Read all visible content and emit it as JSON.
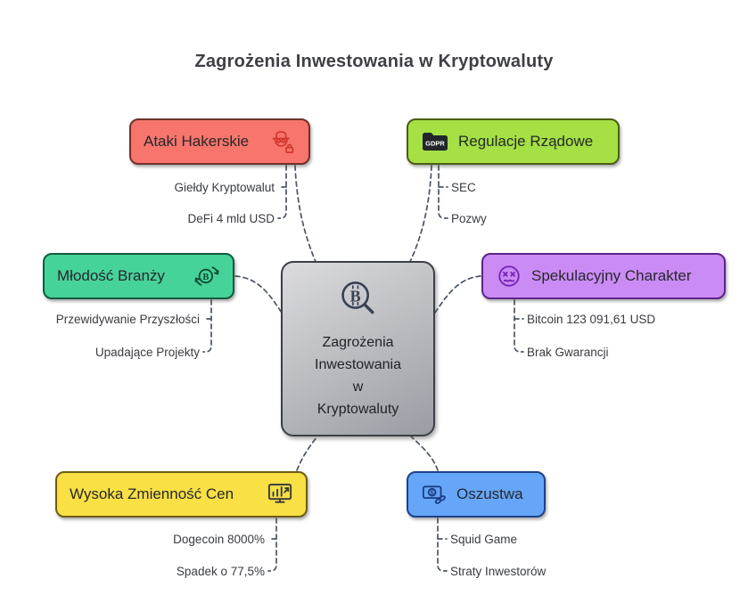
{
  "title": "Zagrożenia Inwestowania w Kryptowaluty",
  "connector_color": "#4b5563",
  "center": {
    "lines": [
      "Zagrożenia",
      "Inwestowania",
      "w",
      "Kryptowaluty"
    ],
    "icon": "bitcoin-search-icon",
    "fill_top": "#dcdcdf",
    "fill_bottom": "#999da3",
    "border": "#3c3f45"
  },
  "branches": [
    {
      "id": "ataki-hakerskie",
      "label": "Ataki Hakerskie",
      "icon": "hacker-icon",
      "fill": "#f7756c",
      "border": "#71302a",
      "children": [
        "Giełdy Kryptowalut",
        "DeFi 4 mld USD"
      ]
    },
    {
      "id": "regulacje-rzadowe",
      "label": "Regulacje Rządowe",
      "icon": "gdpr-folder-icon",
      "fill": "#a5e044",
      "border": "#4a5e14",
      "children": [
        "SEC",
        "Pozwy"
      ]
    },
    {
      "id": "mlodosc-branzy",
      "label": "Młodość Branży",
      "icon": "bitcoin-exchange-icon",
      "fill": "#46d39a",
      "border": "#115c3e",
      "children": [
        "Przewidywanie Przyszłości",
        "Upadające Projekty"
      ]
    },
    {
      "id": "spekulacyjny-charakter",
      "label": "Spekulacyjny Charakter",
      "icon": "dizzy-face-icon",
      "fill": "#cb8bf5",
      "border": "#5d2489",
      "children": [
        "Bitcoin 123 091,61 USD",
        "Brak Gwarancji"
      ]
    },
    {
      "id": "wysoka-zmiennosc-cen",
      "label": "Wysoka Zmienność Cen",
      "icon": "price-monitor-icon",
      "fill": "#f8e045",
      "border": "#6e5d13",
      "children": [
        "Dogecoin 8000%",
        "Spadek o 77,5%"
      ]
    },
    {
      "id": "oszustwa",
      "label": "Oszustwa",
      "icon": "money-fraud-icon",
      "fill": "#66a6f8",
      "border": "#1d4289",
      "children": [
        "Squid Game",
        "Straty Inwestorów"
      ]
    }
  ]
}
